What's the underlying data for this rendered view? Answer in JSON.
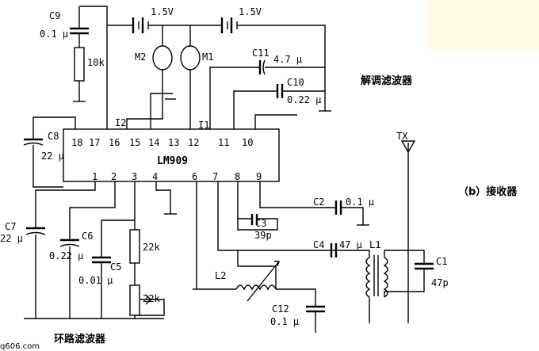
{
  "chip": {
    "name": "LM909",
    "top_pins": [
      "18",
      "17",
      "16",
      "15",
      "14",
      "13",
      "12",
      "11",
      "10"
    ],
    "bottom_pins": [
      "1",
      "2",
      "3",
      "4",
      "6",
      "7",
      "8",
      "9"
    ]
  },
  "batteries": {
    "left": "1.5V",
    "right": "1.5V"
  },
  "motors": {
    "m2": "M2",
    "m1": "M1"
  },
  "currents": {
    "i1": "I1",
    "i2": "I2"
  },
  "components": {
    "c9_name": "C9",
    "c9_val": "0.1 μ",
    "r10k": "10k",
    "c8_name": "C8",
    "c8_val": "22 μ",
    "c11_name": "C11",
    "c11_val": "4.7 μ",
    "c10_name": "C10",
    "c10_val": "0.22 μ",
    "c7_name": "C7",
    "c7_val": "22 μ",
    "c6_name": "C6",
    "c6_val": "0.22 μ",
    "c5_name": "C5",
    "c5_val": "0.01 μ",
    "r22k_a": "22k",
    "r22k_b": "22k",
    "c3_name": "C3",
    "c3_val": "39p",
    "c2_name": "C2",
    "c2_val": "0.1 μ",
    "c4_name": "C4",
    "c4_val": "47 μ",
    "l1": "L1",
    "l2": "L2",
    "c1_name": "C1",
    "c1_val": "47p",
    "c12_name": "C12",
    "c12_val": "0.1 μ",
    "tx": "TX"
  },
  "labels": {
    "demod_filter": "解调滤波器",
    "loop_filter": "环路滤波器",
    "receiver": "（b）接收器",
    "watermark": "q606.com"
  },
  "colors": {
    "ink": "#000000",
    "corner_highlight": "#fffbe6"
  }
}
